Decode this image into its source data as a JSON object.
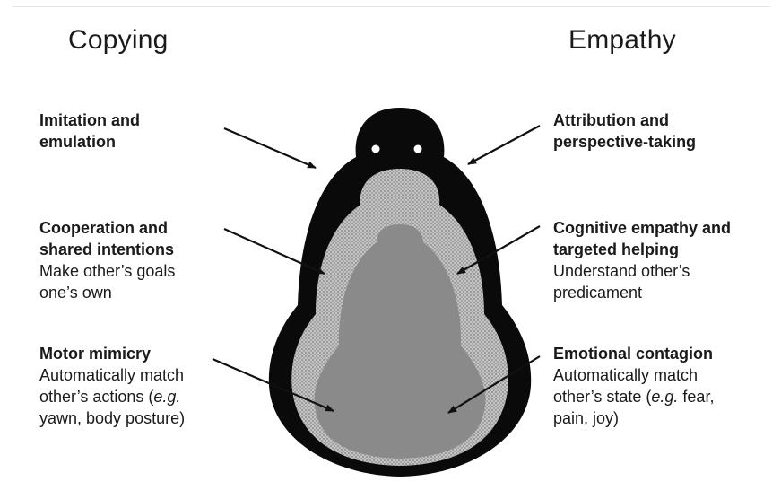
{
  "headings": {
    "left": "Copying",
    "right": "Empathy"
  },
  "left": [
    {
      "title": "Imitation and\nemulation"
    },
    {
      "title": "Cooperation and\nshared intentions",
      "desc": "Make other’s goals\none’s own"
    },
    {
      "title": "Motor mimicry",
      "desc_line1": "Automatically match",
      "desc_line2_pre": "other’s actions (",
      "desc_line2_em": "e.g.",
      "desc_line3": "yawn, body posture)"
    }
  ],
  "right": [
    {
      "title": "Attribution and\nperspective-taking"
    },
    {
      "title": "Cognitive empathy and\ntargeted helping",
      "desc": "Understand other’s\npredicament"
    },
    {
      "title": "Emotional contagion",
      "desc_line1": "Automatically match",
      "desc_line2_pre": "other’s state (",
      "desc_line2_em": "e.g.",
      "desc_line2_post": " fear,",
      "desc_line3": "pain, joy)"
    }
  ],
  "colors": {
    "outer_layer": "#0a0a0a",
    "middle_layer": "#b9b9b9",
    "inner_layer": "#8a8a8a",
    "eyes": "#ffffff"
  }
}
